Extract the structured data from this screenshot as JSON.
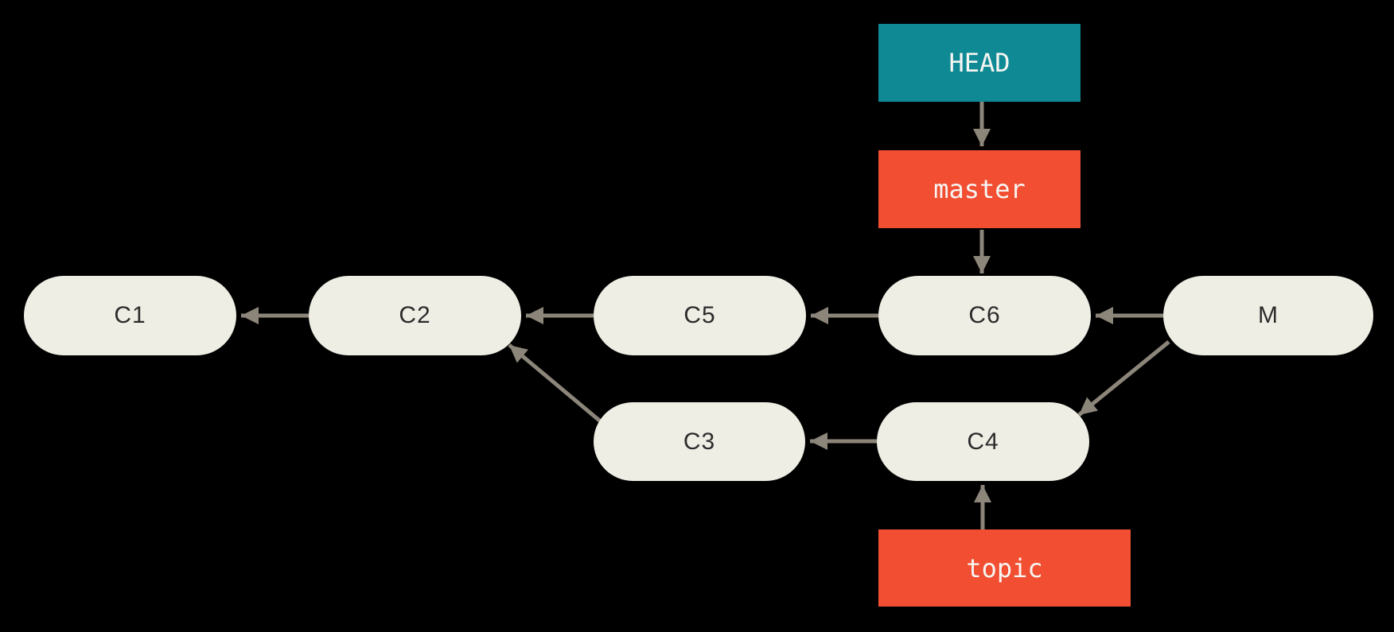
{
  "diagram_type": "git-commit-graph",
  "nodes": {
    "c1": "C1",
    "c2": "C2",
    "c3": "C3",
    "c4": "C4",
    "c5": "C5",
    "c6": "C6",
    "m": "M"
  },
  "labels": {
    "head": "HEAD",
    "master": "master",
    "topic": "topic"
  },
  "edges": [
    {
      "from": "C2",
      "to": "C1"
    },
    {
      "from": "C5",
      "to": "C2"
    },
    {
      "from": "C6",
      "to": "C5"
    },
    {
      "from": "M",
      "to": "C6"
    },
    {
      "from": "C4",
      "to": "C3"
    },
    {
      "from": "C3",
      "to": "C2"
    },
    {
      "from": "M",
      "to": "C4"
    },
    {
      "from": "HEAD",
      "to": "master"
    },
    {
      "from": "master",
      "to": "C6"
    },
    {
      "from": "topic",
      "to": "C4"
    }
  ],
  "colors": {
    "background": "#000000",
    "commit_fill": "#EFEEE5",
    "commit_text": "#2B2B2B",
    "head_fill": "#0F8A94",
    "branch_fill": "#F14E32",
    "label_text": "#F7F5F2",
    "arrow": "#8C857A"
  }
}
